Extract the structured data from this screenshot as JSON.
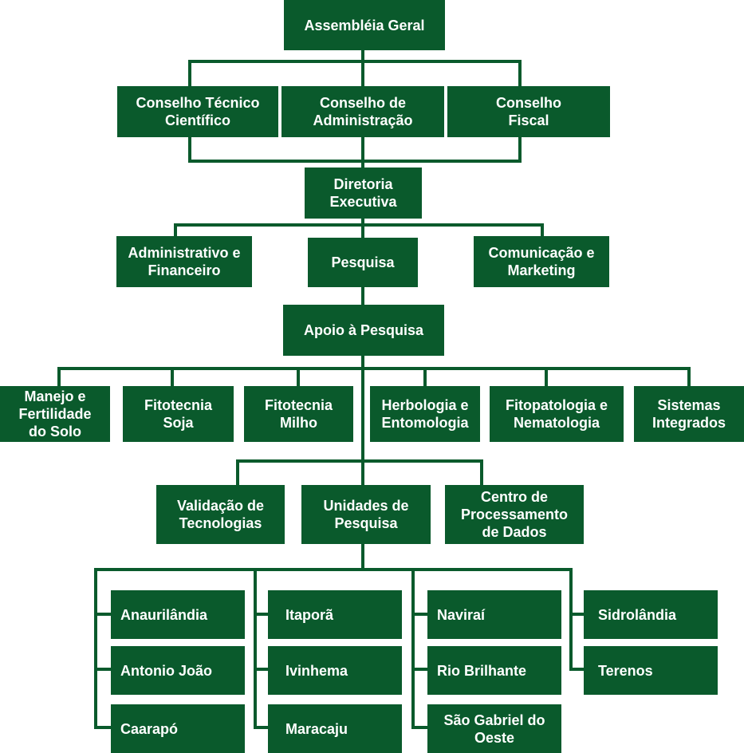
{
  "nodes": {
    "assembleia": "Assembléia Geral",
    "conselho_tecnico": "Conselho Técnico\nCientífico",
    "conselho_admin": "Conselho de\nAdministração",
    "conselho_fiscal": "Conselho\nFiscal",
    "diretoria": "Diretoria\nExecutiva",
    "adm_fin": "Administrativo e\nFinanceiro",
    "pesquisa": "Pesquisa",
    "comunicacao": "Comunicação e\nMarketing",
    "apoio": "Apoio à Pesquisa",
    "manejo": "Manejo e\nFertilidade\ndo Solo",
    "fito_soja": "Fitotecnia\nSoja",
    "fito_milho": "Fitotecnia\nMilho",
    "herbologia": "Herbologia e\nEntomologia",
    "fitopatologia": "Fitopatologia e\nNematologia",
    "sistemas": "Sistemas\nIntegrados",
    "validacao": "Validação de\nTecnologias",
    "unidades": "Unidades de\nPesquisa",
    "centro": "Centro de\nProcessamento\nde Dados",
    "anaurilandia": "Anaurilândia",
    "antonio_joao": "Antonio João",
    "caarapo": "Caarapó",
    "itapora": "Itaporã",
    "ivinhema": "Ivinhema",
    "maracaju": "Maracaju",
    "navirai": "Naviraí",
    "rio_brilhante": "Rio Brilhante",
    "sao_gabriel": "São Gabriel do\nOeste",
    "sidrolandia": "Sidrolândia",
    "terenos": "Terenos"
  },
  "colors": {
    "box": "#0a5a2c",
    "line": "#0a5a2c",
    "text": "#ffffff"
  }
}
